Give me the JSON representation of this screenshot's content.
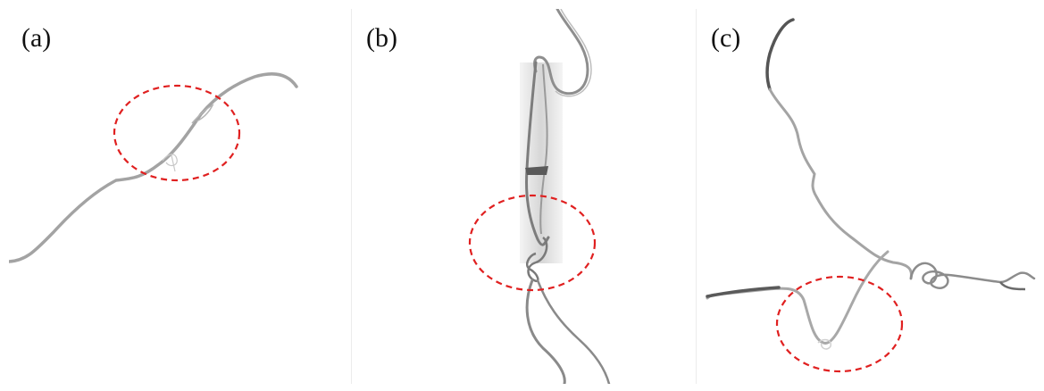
{
  "panels": [
    {
      "label": "(a)"
    },
    {
      "label": "(b)"
    },
    {
      "label": "(c)"
    }
  ],
  "colors": {
    "fiber": "#a8a8a8",
    "fiber_dark": "#555555",
    "highlight_circle": "#e02020",
    "background": "#ffffff"
  },
  "icons": {
    "highlight": "dashed-ellipse"
  }
}
